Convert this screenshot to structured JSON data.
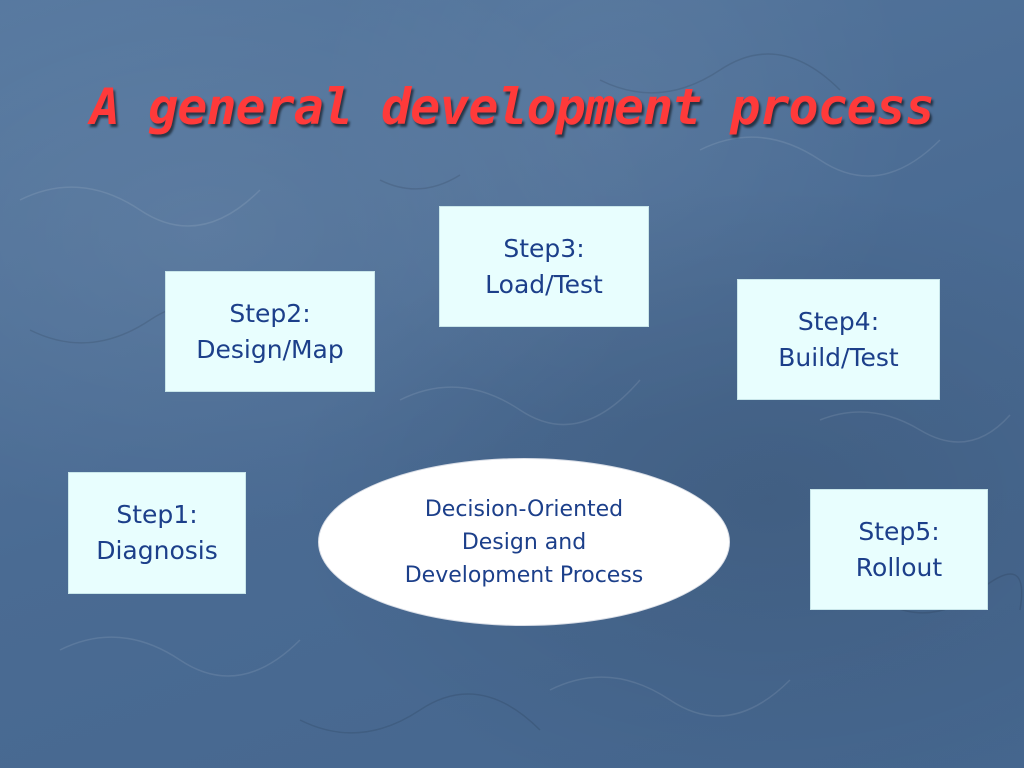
{
  "slide": {
    "title": "A general development process"
  },
  "steps": [
    {
      "label": "Step1:",
      "name": "Diagnosis"
    },
    {
      "label": "Step2:",
      "name": "Design/Map"
    },
    {
      "label": "Step3:",
      "name": "Load/Test"
    },
    {
      "label": "Step4:",
      "name": "Build/Test"
    },
    {
      "label": "Step5:",
      "name": "Rollout"
    }
  ],
  "center": {
    "lines": [
      "Decision-Oriented",
      "Design and",
      "Development Process"
    ]
  },
  "colors": {
    "background": "#4d6f98",
    "title": "#ff3a3a",
    "box_fill": "#e8fefe",
    "box_text": "#1c3f8a",
    "ellipse_fill": "#ffffff"
  }
}
